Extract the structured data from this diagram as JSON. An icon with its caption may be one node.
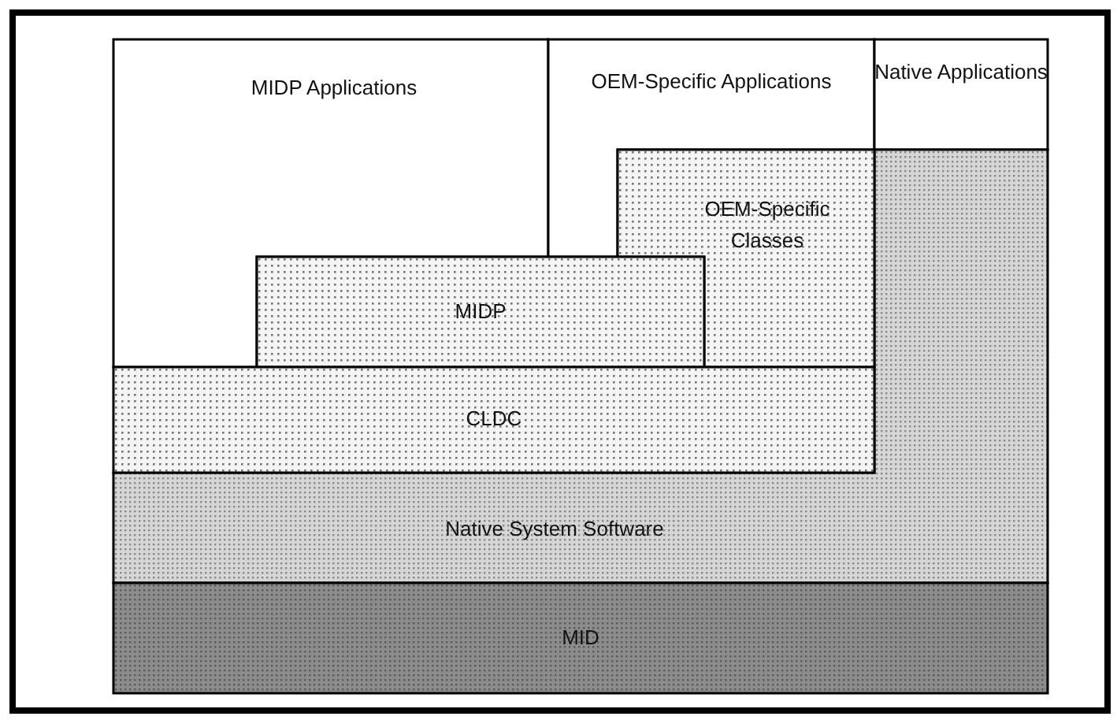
{
  "diagram": {
    "nodes": [
      {
        "text": [
          "MIDP Applications"
        ]
      },
      {
        "text": [
          "OEM-Specific Applications"
        ]
      },
      {
        "text": [
          "Native Applications"
        ]
      },
      {
        "text": [
          "OEM-Specific Classes"
        ]
      },
      {
        "text": [
          "MIDP"
        ]
      },
      {
        "text": [
          "CLDC"
        ]
      },
      {
        "text": [
          "Native System Software"
        ]
      },
      {
        "text": [
          "MID"
        ]
      }
    ]
  }
}
